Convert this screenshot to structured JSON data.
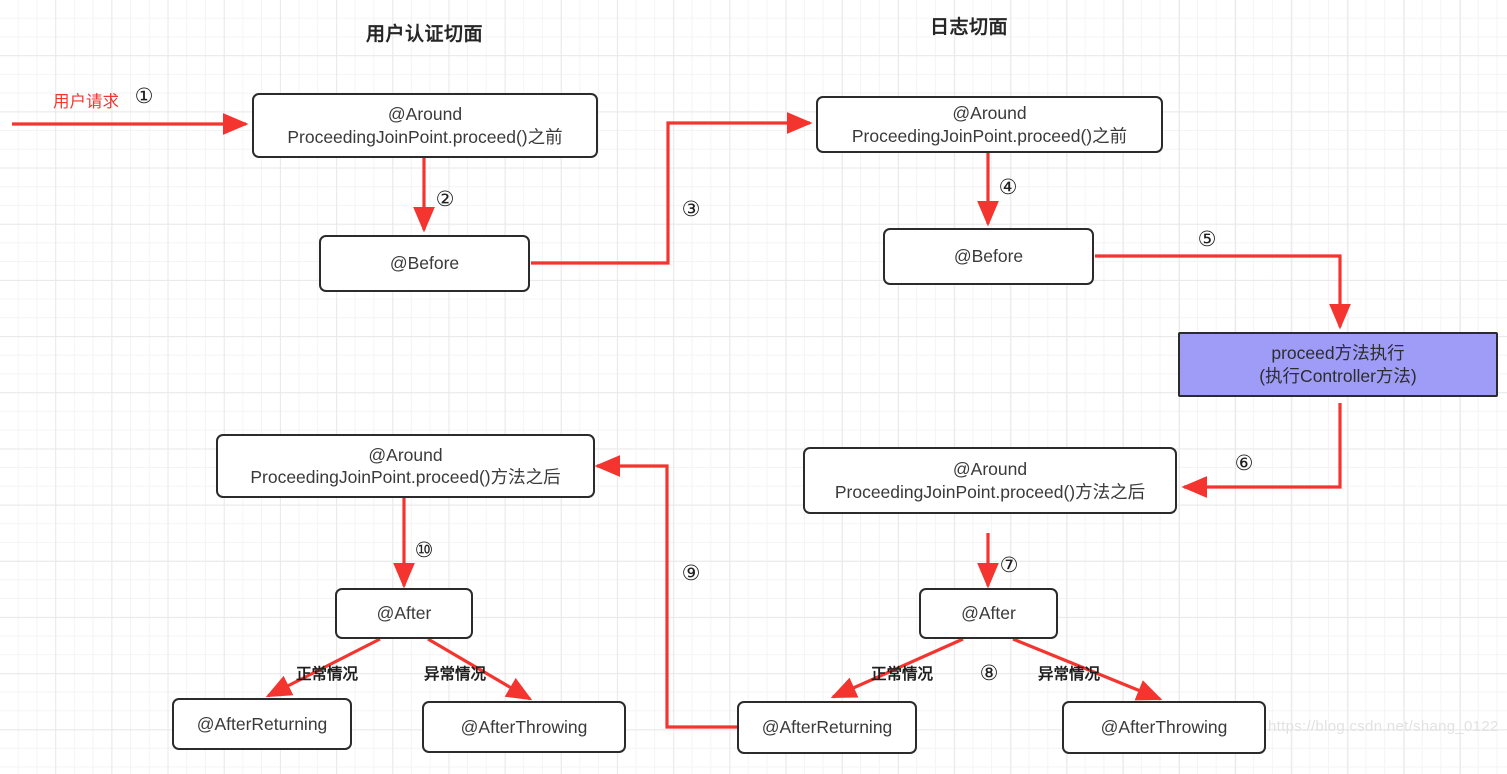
{
  "diagram": {
    "title_left": "用户认证切面",
    "title_right": "日志切面",
    "accent_red": "#f4352f",
    "node_stroke": "#2b2b2b",
    "proceed_fill": "#9f9cf7",
    "watermark": "https://blog.csdn.net/shang_0122",
    "entry_label": "用户请求"
  },
  "nodes": {
    "left_around_before_l1": "@Around",
    "left_around_before_l2": "ProceedingJoinPoint.proceed()之前",
    "left_before": "@Before",
    "left_around_after_l1": "@Around",
    "left_around_after_l2": "ProceedingJoinPoint.proceed()方法之后",
    "left_after": "@After",
    "left_after_returning": "@AfterReturning",
    "left_after_throwing": "@AfterThrowing",
    "right_around_before_l1": "@Around",
    "right_around_before_l2": "ProceedingJoinPoint.proceed()之前",
    "right_before": "@Before",
    "proceed_l1": "proceed方法执行",
    "proceed_l2": "(执行Controller方法)",
    "right_around_after_l1": "@Around",
    "right_around_after_l2": "ProceedingJoinPoint.proceed()方法之后",
    "right_after": "@After",
    "right_after_returning": "@AfterReturning",
    "right_after_throwing": "@AfterThrowing"
  },
  "steps": {
    "s1": "①",
    "s2": "②",
    "s3": "③",
    "s4": "④",
    "s5": "⑤",
    "s6": "⑥",
    "s7": "⑦",
    "s8": "⑧",
    "s9": "⑨",
    "s10": "⑩"
  },
  "branch_labels": {
    "left_normal": "正常情况",
    "left_exception": "异常情况",
    "right_normal": "正常情况",
    "right_exception": "异常情况"
  }
}
